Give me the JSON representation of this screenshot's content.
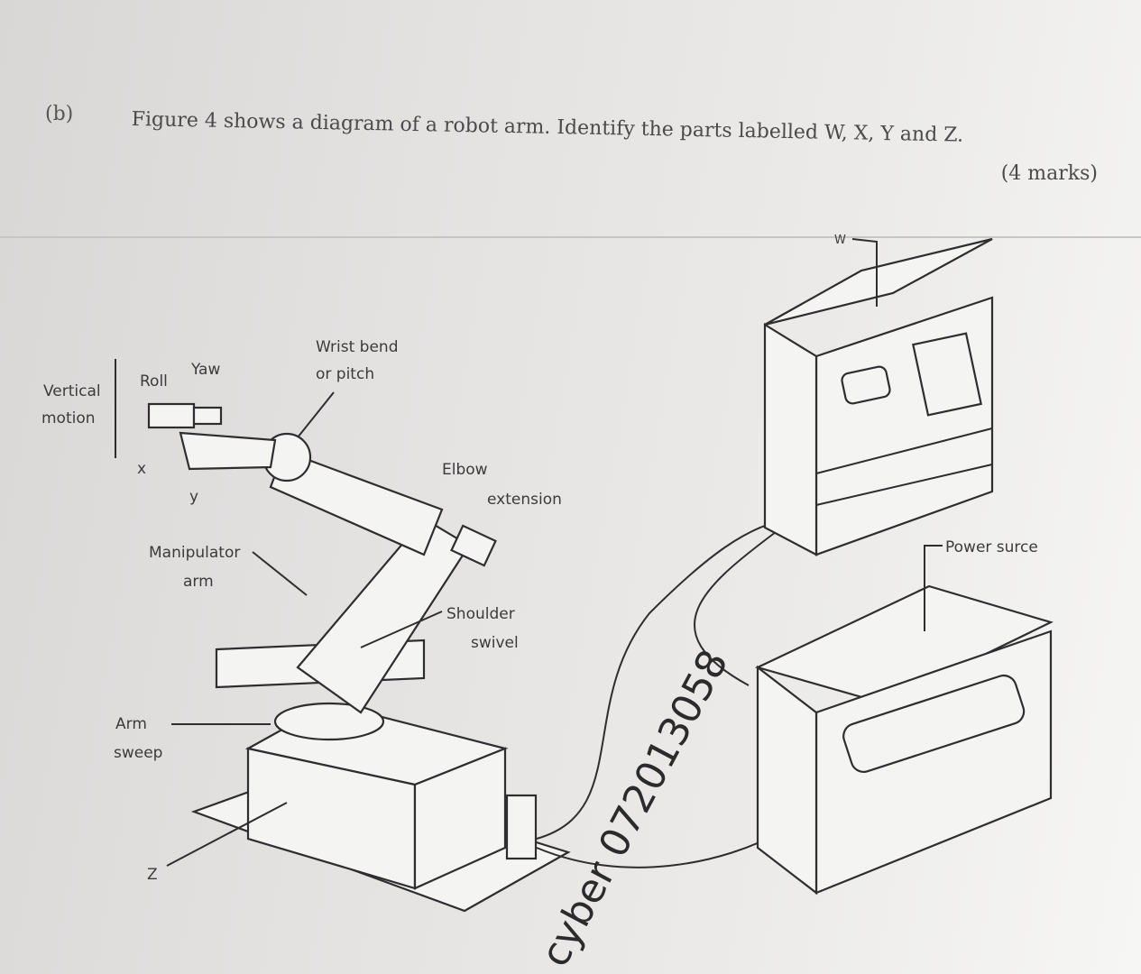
{
  "question": {
    "part": "(b)",
    "text": "Figure 4 shows a diagram of a robot arm. Identify the parts labelled W, X, Y and Z.",
    "marks": "(4 marks)"
  },
  "labels": {
    "vertical": "Vertical",
    "motion": "motion",
    "roll": "Roll",
    "yaw": "Yaw",
    "x": "x",
    "y": "y",
    "wrist_bend": "Wrist bend",
    "or_pitch": "or pitch",
    "elbow": "Elbow",
    "extension": "extension",
    "manipulator": "Manipulator",
    "arm": "arm",
    "shoulder": "Shoulder",
    "swivel": "swivel",
    "arm_sweep_1": "Arm",
    "arm_sweep_2": "sweep",
    "z": "Z",
    "w": "W",
    "power_source": "Power surce"
  },
  "watermark": "cyber 072013058"
}
